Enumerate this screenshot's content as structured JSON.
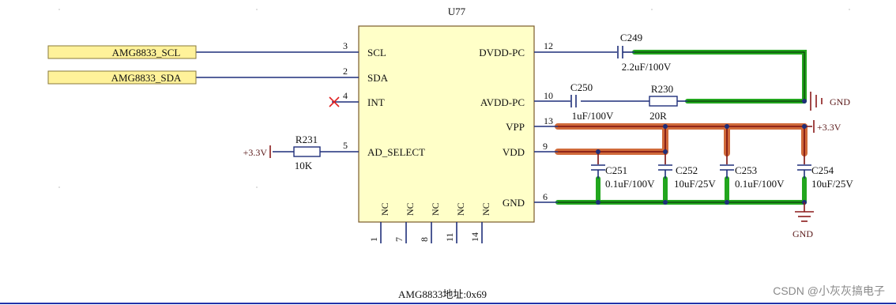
{
  "ic": {
    "ref": "U77",
    "left_pins": [
      {
        "num": "3",
        "name": "SCL"
      },
      {
        "num": "2",
        "name": "SDA"
      },
      {
        "num": "4",
        "name": "INT"
      },
      {
        "num": "5",
        "name": "AD_SELECT"
      }
    ],
    "right_pins": [
      {
        "num": "12",
        "name": "DVDD-PC"
      },
      {
        "num": "10",
        "name": "AVDD-PC"
      },
      {
        "num": "13",
        "name": "VPP"
      },
      {
        "num": "9",
        "name": "VDD"
      },
      {
        "num": "6",
        "name": "GND"
      }
    ],
    "bottom_pins": [
      {
        "num": "1",
        "name": "NC"
      },
      {
        "num": "7",
        "name": "NC"
      },
      {
        "num": "8",
        "name": "NC"
      },
      {
        "num": "11",
        "name": "NC"
      },
      {
        "num": "14",
        "name": "NC"
      }
    ]
  },
  "net_labels": {
    "scl": "AMG8833_SCL",
    "sda": "AMG8833_SDA"
  },
  "components": {
    "r231": {
      "ref": "R231",
      "value": "10K"
    },
    "c249": {
      "ref": "C249",
      "value": "2.2uF/100V"
    },
    "c250": {
      "ref": "C250",
      "value": "1uF/100V"
    },
    "r230": {
      "ref": "R230",
      "value": "20R"
    },
    "c251": {
      "ref": "C251",
      "value": "0.1uF/100V"
    },
    "c252": {
      "ref": "C252",
      "value": "10uF/25V"
    },
    "c253": {
      "ref": "C253",
      "value": "0.1uF/100V"
    },
    "c254": {
      "ref": "C254",
      "value": "10uF/25V"
    }
  },
  "power": {
    "left_3v3": "+3.3V",
    "right_3v3": "+3.3V",
    "gnd_right": "GND",
    "gnd_bottom": "GND"
  },
  "note": "AMG8833地址:0x69",
  "watermark": "CSDN @小灰灰搞电子",
  "colors": {
    "wire": "#1f2f7a",
    "chip_fill": "#ffffc8",
    "label_fill": "#fff29a",
    "highlight_green": "#22a61e",
    "highlight_orange": "#d06a3a",
    "power_symbol": "#8b1a1a",
    "nc_marker": "#e02020"
  }
}
